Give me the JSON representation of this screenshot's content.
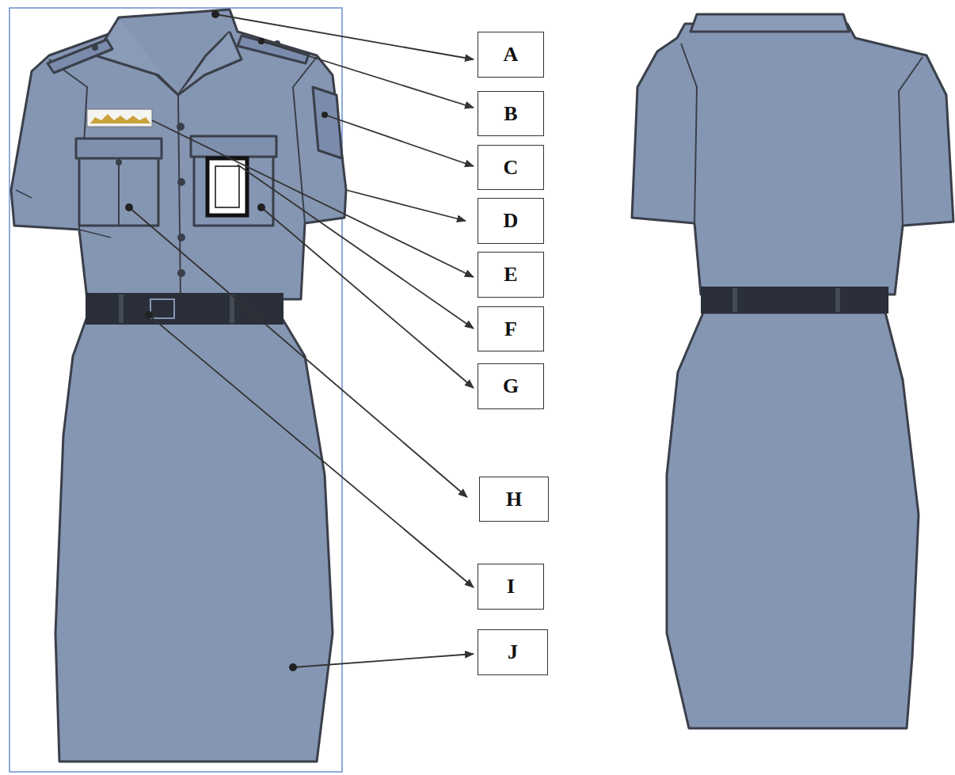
{
  "diagram": {
    "nodes": [
      {
        "text": [
          "A"
        ]
      },
      {
        "text": [
          "B"
        ]
      },
      {
        "text": [
          "C"
        ]
      },
      {
        "text": [
          "D"
        ]
      },
      {
        "text": [
          "E"
        ]
      },
      {
        "text": [
          "F"
        ]
      },
      {
        "text": [
          "G"
        ]
      },
      {
        "text": [
          "H"
        ]
      },
      {
        "text": [
          "I"
        ]
      },
      {
        "text": [
          "J"
        ]
      }
    ]
  }
}
